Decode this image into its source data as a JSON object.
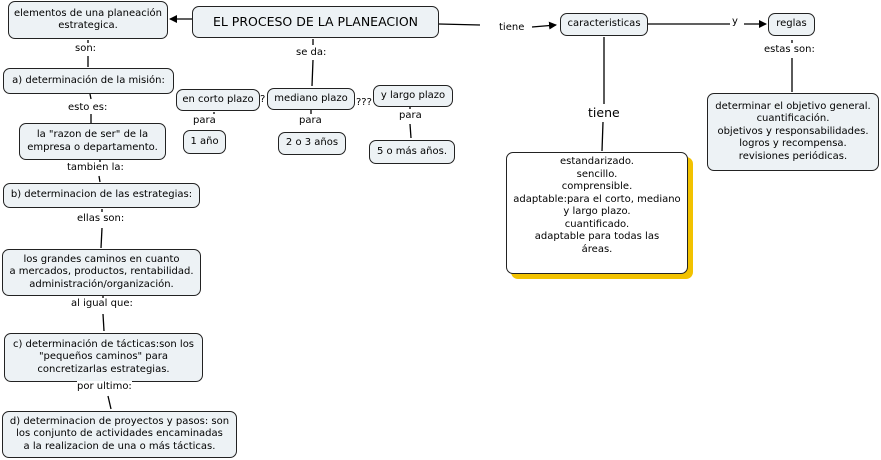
{
  "nodes": {
    "main": "EL PROCESO DE LA PLANEACION",
    "elementos": "elementos de una planeación\nestrategica.",
    "mision": "a) determinación de la misión:",
    "razon": "la \"razon de ser\" de la\nempresa o departamento.",
    "estrategias": "b) determinacion de las estrategias:",
    "caminos": "los grandes caminos en cuanto\na mercados, productos, rentabilidad.\nadministración/organización.",
    "tacticas": "c) determinación de tácticas:son los\n\"pequeños caminos\" para\nconcretizarlas estrategias.",
    "proyectos": "d) determinacion de proyectos y pasos: son\nlos conjunto de actividades encaminadas\na la realizacion de una o más tácticas.",
    "corto": "en corto plazo",
    "mediano": "mediano plazo",
    "largo": "y largo plazo",
    "un_ano": "1 año",
    "dos_tres": "2 o 3 años",
    "cinco": "5 o más años.",
    "caracteristicas": "caracteristicas",
    "reglas": "reglas",
    "lista_caracteristicas": "estandarizado.\nsencillo.\ncomprensible.\nadaptable:para el corto, mediano\ny largo plazo.\ncuantificado.\nadaptable para todas las\náreas.",
    "lista_reglas": "determinar el objetivo general.\ncuantificación.\nobjetivos y responsabilidades.\nlogros y recompensa.\nrevisiones periódicas."
  },
  "links": {
    "son": "son:",
    "esto_es": "esto es:",
    "tambien": "tambien la:",
    "ellas_son": "ellas son:",
    "al_igual": "al igual que:",
    "por_ultimo": "por ultimo:",
    "se_da": "se da:",
    "q1": "?",
    "q3": "???",
    "para1": "para",
    "para2": "para",
    "para3": "para",
    "tiene1": "tiene",
    "tiene2": "tiene",
    "y": "y",
    "estas_son": "estas son:"
  }
}
